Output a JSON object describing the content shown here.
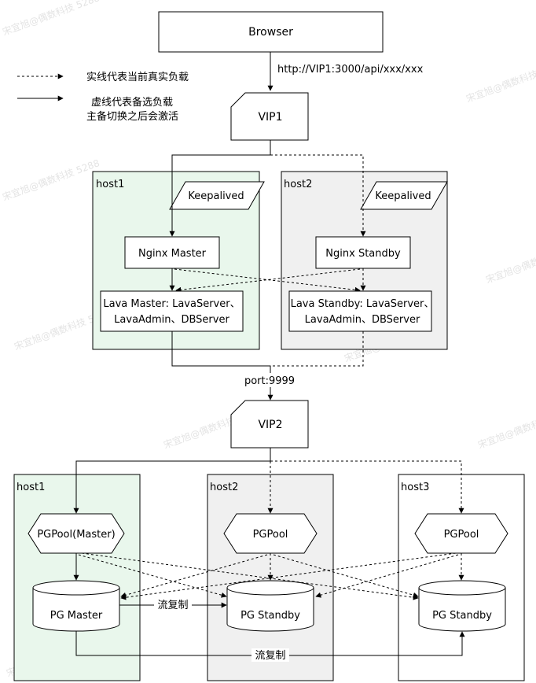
{
  "colors": {
    "stroke": "#000000",
    "master_fill": "#e9f7ec",
    "standby_fill": "#f0f0f0",
    "plain_fill": "#ffffff"
  },
  "legend": {
    "dashed_text": "实线代表当前真实负载",
    "solid_text_line1": "虚线代表备选负载",
    "solid_text_line2": "主备切换之后会激活"
  },
  "nodes": {
    "browser": "Browser",
    "url_label": "http://VIP1:3000/api/xxx/xxx",
    "vip1": "VIP1",
    "host1_top": "host1",
    "host2_top": "host2",
    "keepalived_1": "Keepalived",
    "keepalived_2": "Keepalived",
    "nginx_master": "Nginx Master",
    "nginx_standby": "Nginx Standby",
    "lava_master_line1": "Lava Master: LavaServer、",
    "lava_master_line2": "LavaAdmin、DBServer",
    "lava_standby_line1": "Lava Standby: LavaServer、",
    "lava_standby_line2": "LavaAdmin、DBServer",
    "port_label": "port:9999",
    "vip2": "VIP2",
    "host1_bottom": "host1",
    "host2_bottom": "host2",
    "host3_bottom": "host3",
    "pgpool_master": "PGPool(Master)",
    "pgpool_2": "PGPool",
    "pgpool_3": "PGPool",
    "pg_master": "PG Master",
    "pg_standby_2": "PG Standby",
    "pg_standby_3": "PG Standby",
    "replication_1": "流复制",
    "replication_2": "流复制"
  },
  "watermark": "宋宜旭@偶数科技 5288"
}
